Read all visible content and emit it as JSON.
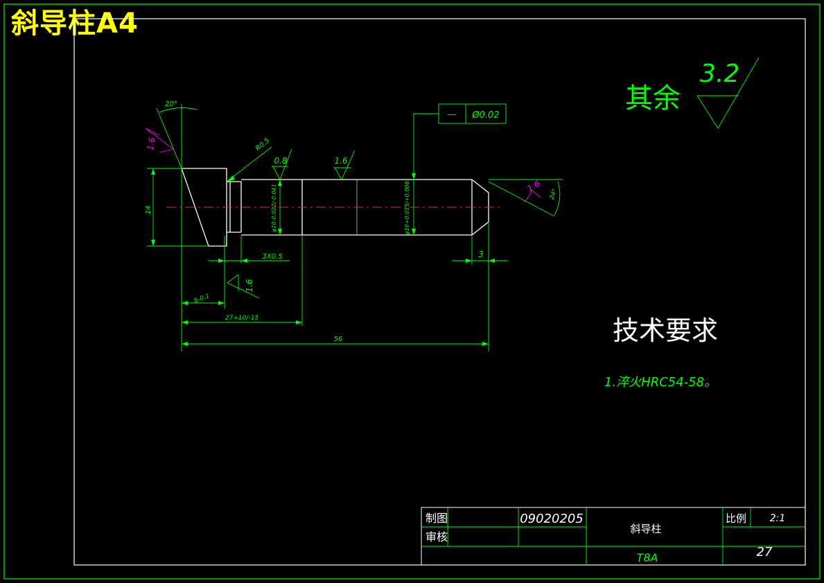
{
  "banner": "斜导柱A4",
  "surface_finish_other": {
    "label": "其余",
    "value": "3.2"
  },
  "tech_req": {
    "title": "技术要求",
    "item1": "1.淬火HRC54-58。"
  },
  "annotations": {
    "angle": "20°",
    "rough_left": "1.6",
    "rough_left_bottom": "1.6",
    "rough_mid1": "0.8",
    "rough_mid2": "1.6",
    "rough_right": "1.6",
    "radius": "R0.5",
    "dim_14": "14",
    "dim_tol_left": "φ10-0.022/-0.041",
    "dim_tol_right": "φ10+0.015/+0.006",
    "dim_3x05": "3X0.5",
    "dim_3": "3",
    "dim_8": "8-0.1",
    "dim_27": "27+10/-15",
    "dim_56": "56",
    "chamfer_angle": "24°",
    "gdt_symbol": "—",
    "gdt_value": "Ø0.02"
  },
  "title_block": {
    "draw_label": "制图",
    "check_label": "审核",
    "drawing_no": "09020205",
    "part_name": "斜导柱",
    "scale_label": "比例",
    "scale_value": "2:1",
    "material": "T8A",
    "sheet_no": "27"
  },
  "colors": {
    "frame": "#00ff00",
    "part": "#ffffff",
    "center": "#ff0000",
    "banner": "#ffff00",
    "magenta": "#ff00ff"
  }
}
